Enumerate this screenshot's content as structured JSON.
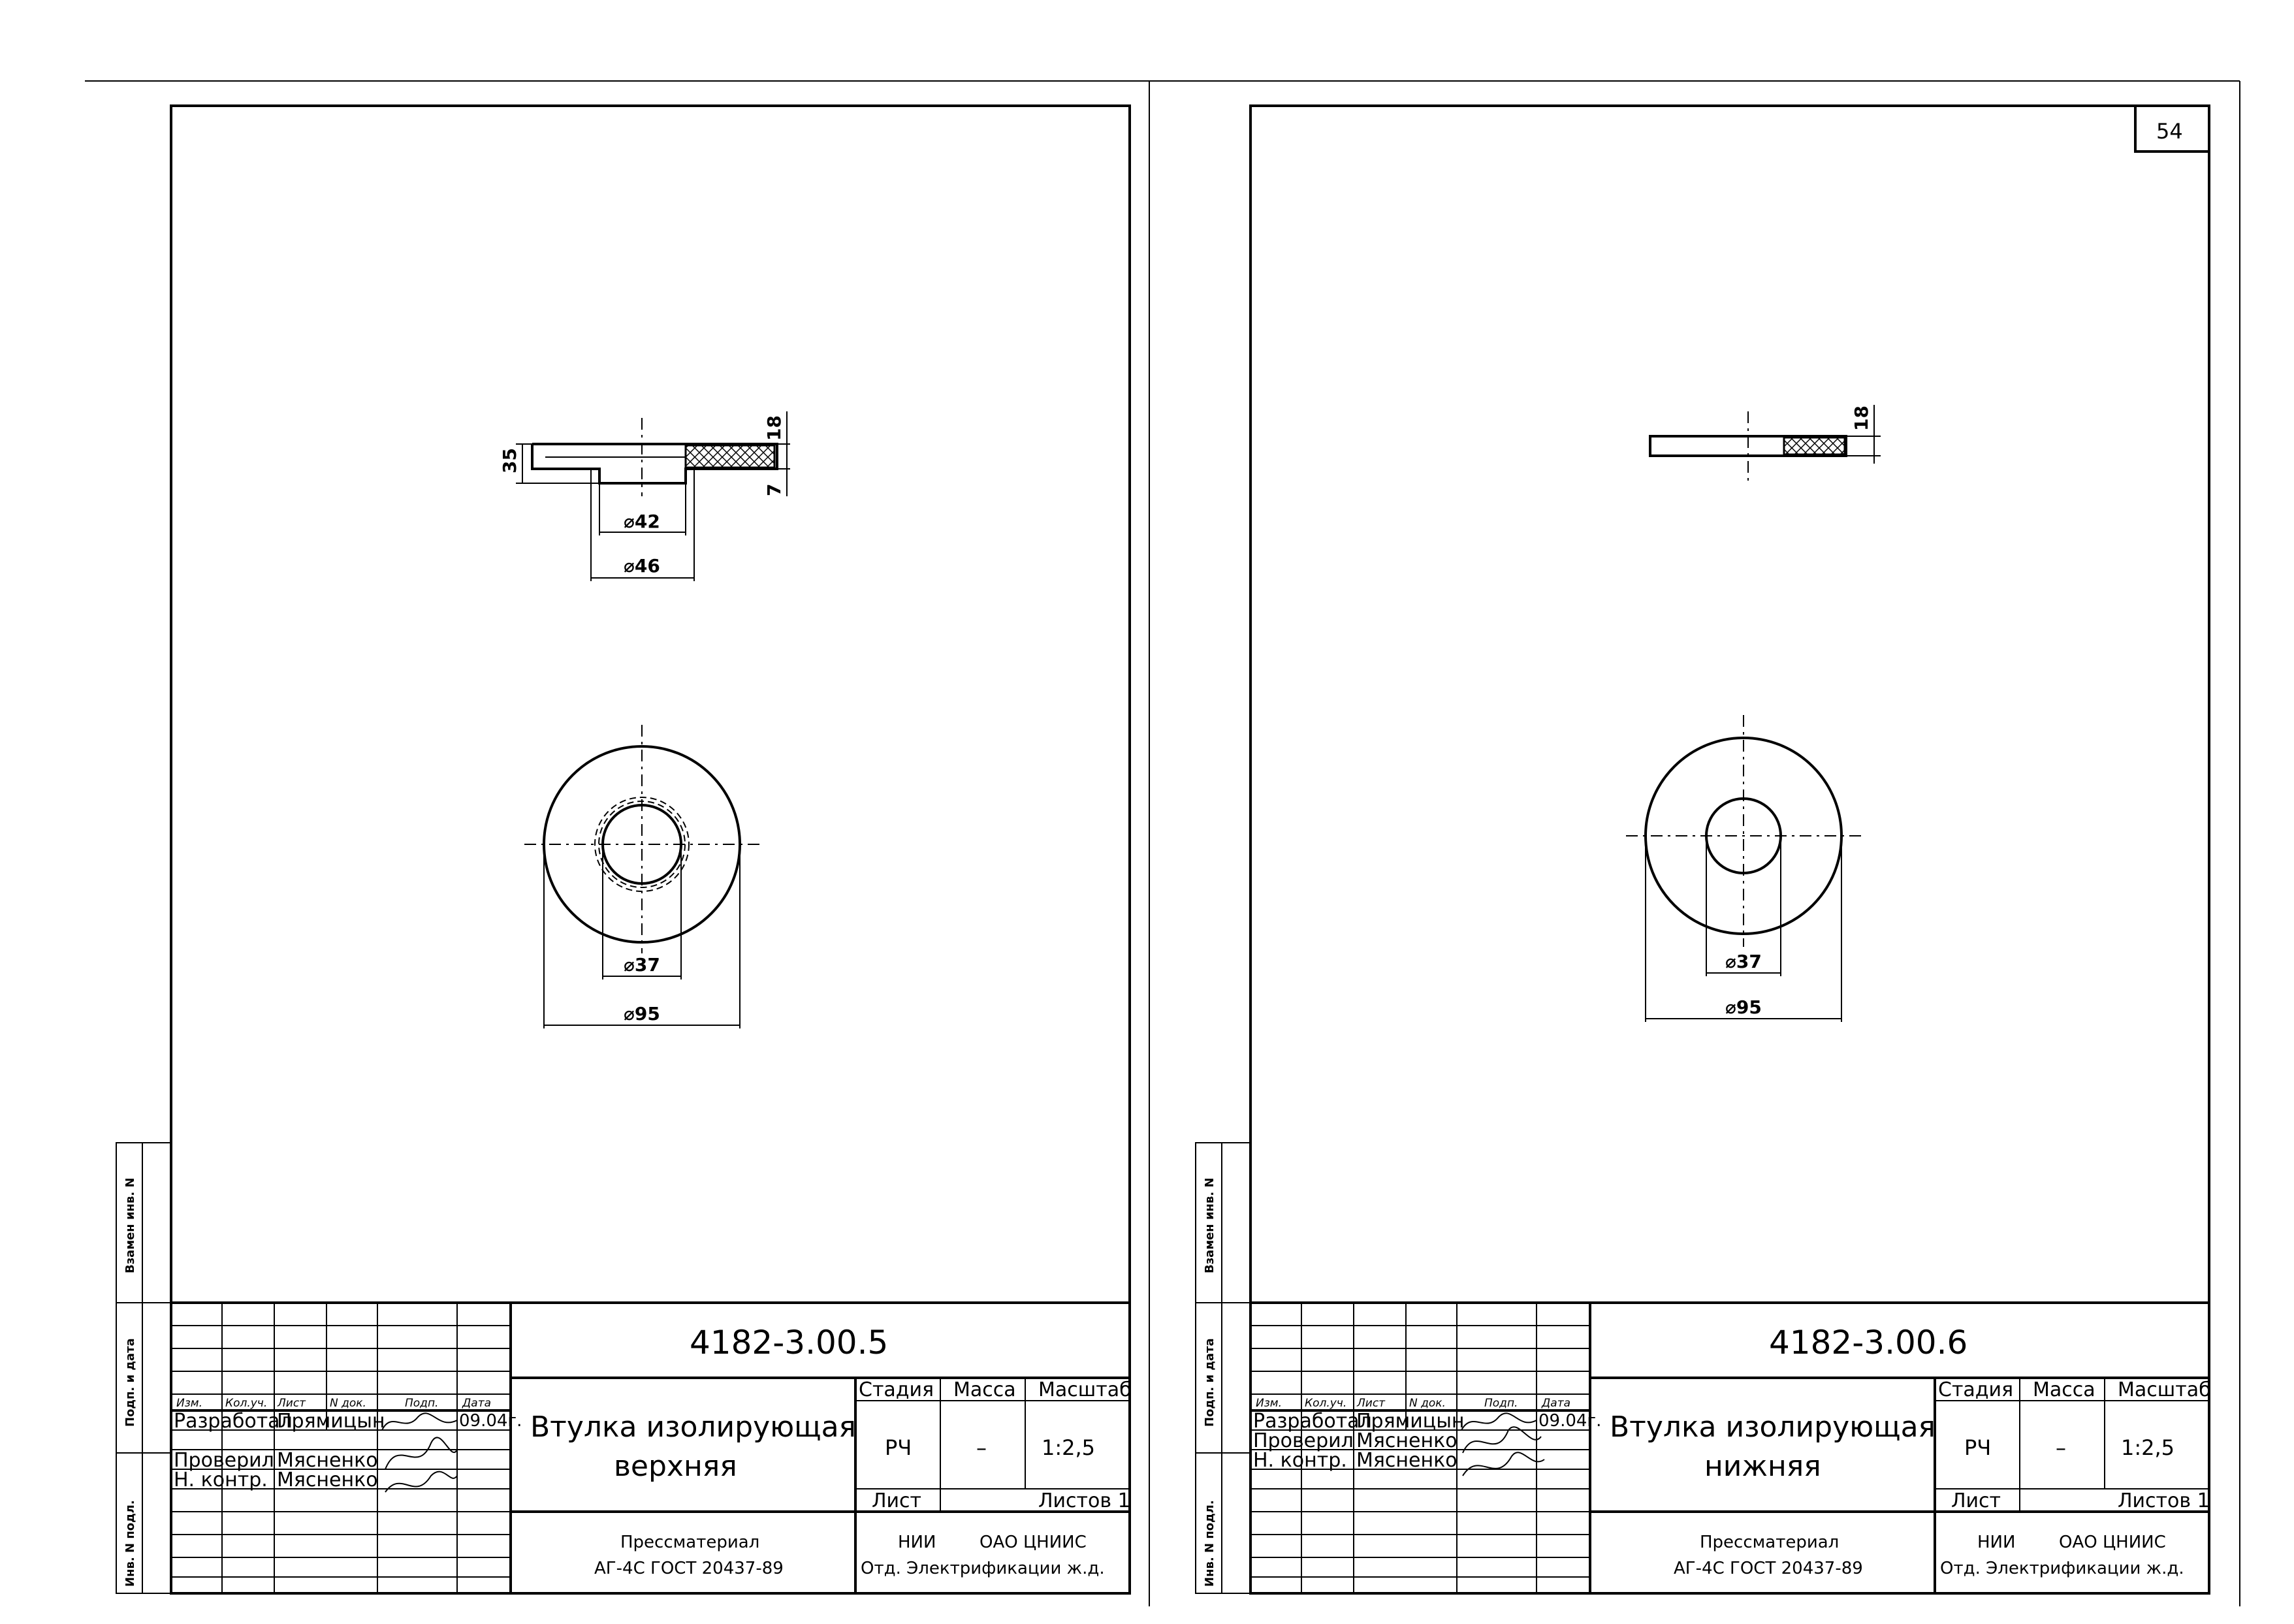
{
  "page_number": "54",
  "side_stamp": [
    "Взамен инв. N",
    "Подп. и дата",
    "Инв. N подл."
  ],
  "sheets": [
    {
      "code": "4182-3.00.5",
      "title_line1": "Втулка изолирующая",
      "title_line2": "верхняя",
      "header_cols": [
        "Изм.",
        "Кол.уч.",
        "Лист",
        "N док.",
        "Подп.",
        "Дата"
      ],
      "roles": [
        "Разработал",
        "Проверил",
        "Н. контр."
      ],
      "names": [
        "Прямицын",
        "Мясненко",
        "Мясненко"
      ],
      "date": "09.04г.",
      "stage_label": "Стадия",
      "mass_label": "Масса",
      "scale_label": "Масштаб",
      "stage": "РЧ",
      "mass": "–",
      "scale": "1:2,5",
      "sheet_label": "Лист",
      "sheets_label": "Листов 1",
      "material_line1": "Прессматериал",
      "material_line2": "АГ-4С ГОСТ 20437-89",
      "org_line1": "НИИ",
      "org_line2": "ОАО ЦНИИС",
      "org_line3": "Отд. Электрификации ж.д.",
      "dims": {
        "d42": "⌀42",
        "d46": "⌀46",
        "h35": "35",
        "h18": "18",
        "h7": "7",
        "d37": "⌀37",
        "d95": "⌀95"
      }
    },
    {
      "code": "4182-3.00.6",
      "title_line1": "Втулка изолирующая",
      "title_line2": "нижняя",
      "header_cols": [
        "Изм.",
        "Кол.уч.",
        "Лист",
        "N док.",
        "Подп.",
        "Дата"
      ],
      "roles": [
        "Разработал",
        "Проверил",
        "Н. контр."
      ],
      "names": [
        "Прямицын",
        "Мясненко",
        "Мясненко"
      ],
      "date": "09.04г.",
      "stage_label": "Стадия",
      "mass_label": "Масса",
      "scale_label": "Масштаб",
      "stage": "РЧ",
      "mass": "–",
      "scale": "1:2,5",
      "sheet_label": "Лист",
      "sheets_label": "Листов 1",
      "material_line1": "Прессматериал",
      "material_line2": "АГ-4С ГОСТ 20437-89",
      "org_line1": "НИИ",
      "org_line2": "ОАО ЦНИИС",
      "org_line3": "Отд. Электрификации ж.д.",
      "dims": {
        "h18": "18",
        "d37": "⌀37",
        "d95": "⌀95"
      }
    }
  ]
}
